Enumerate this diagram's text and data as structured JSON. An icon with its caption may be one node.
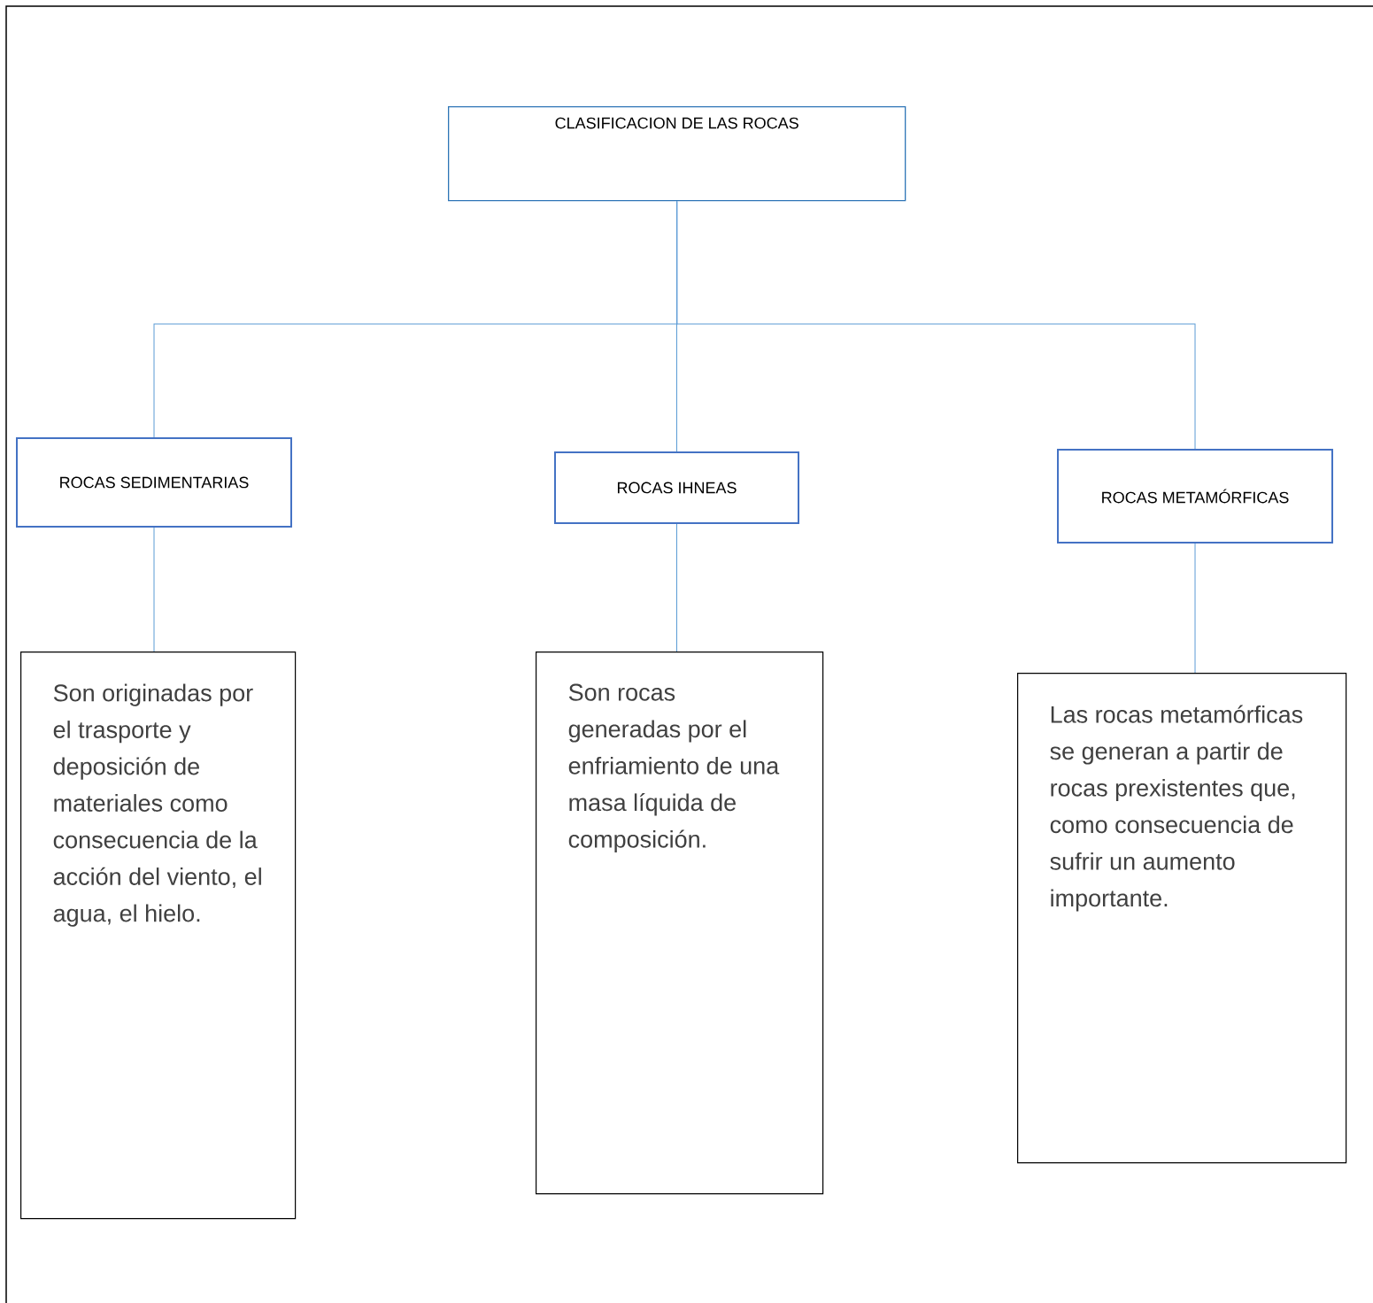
{
  "diagram": {
    "nodes": [
      {
        "text": [
          "CLASIFICACION DE LAS ROCAS"
        ]
      },
      {
        "text": [
          "ROCAS SEDIMENTARIAS"
        ]
      },
      {
        "text": [
          "ROCAS IHNEAS"
        ]
      },
      {
        "text": [
          "ROCAS METAMÓRFICAS"
        ]
      },
      {
        "text": [
          "Son originadas por el trasporte y deposición de materiales como consecuencia de la acción del viento, el agua, el hielo."
        ]
      },
      {
        "text": [
          "Son rocas generadas por el enfriamiento de una masa líquida de composición."
        ]
      },
      {
        "text": [
          "Las rocas metamórficas se generan a partir de rocas prexistentes que, como consecuencia de sufrir un aumento importante."
        ]
      }
    ],
    "edges": [
      {
        "from": 0,
        "to": 1,
        "arrow": "none"
      },
      {
        "from": 0,
        "to": 2,
        "arrow": "none"
      },
      {
        "from": 0,
        "to": 3,
        "arrow": "none"
      },
      {
        "from": 1,
        "to": 4,
        "arrow": "none"
      },
      {
        "from": 2,
        "to": 5,
        "arrow": "none"
      },
      {
        "from": 3,
        "to": 6,
        "arrow": "none"
      }
    ]
  }
}
